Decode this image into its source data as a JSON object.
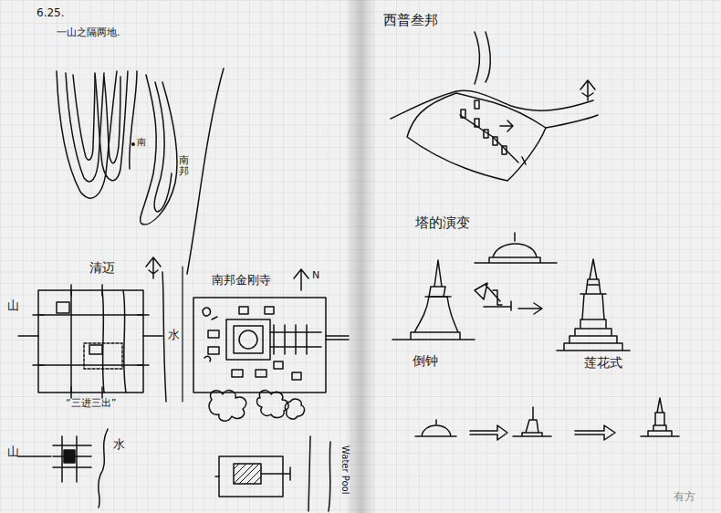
{
  "diagram": {
    "labels": [
      "6.25.",
      "一山之隔两地.",
      "南",
      "南邦",
      "清迈",
      "山",
      "水",
      "“三进三出”",
      "山",
      "水",
      "南邦金刚寺",
      "N",
      "Water Pool",
      "西普叁邦",
      "塔的演变",
      "倒钟",
      "莲花式",
      "有方"
    ]
  }
}
